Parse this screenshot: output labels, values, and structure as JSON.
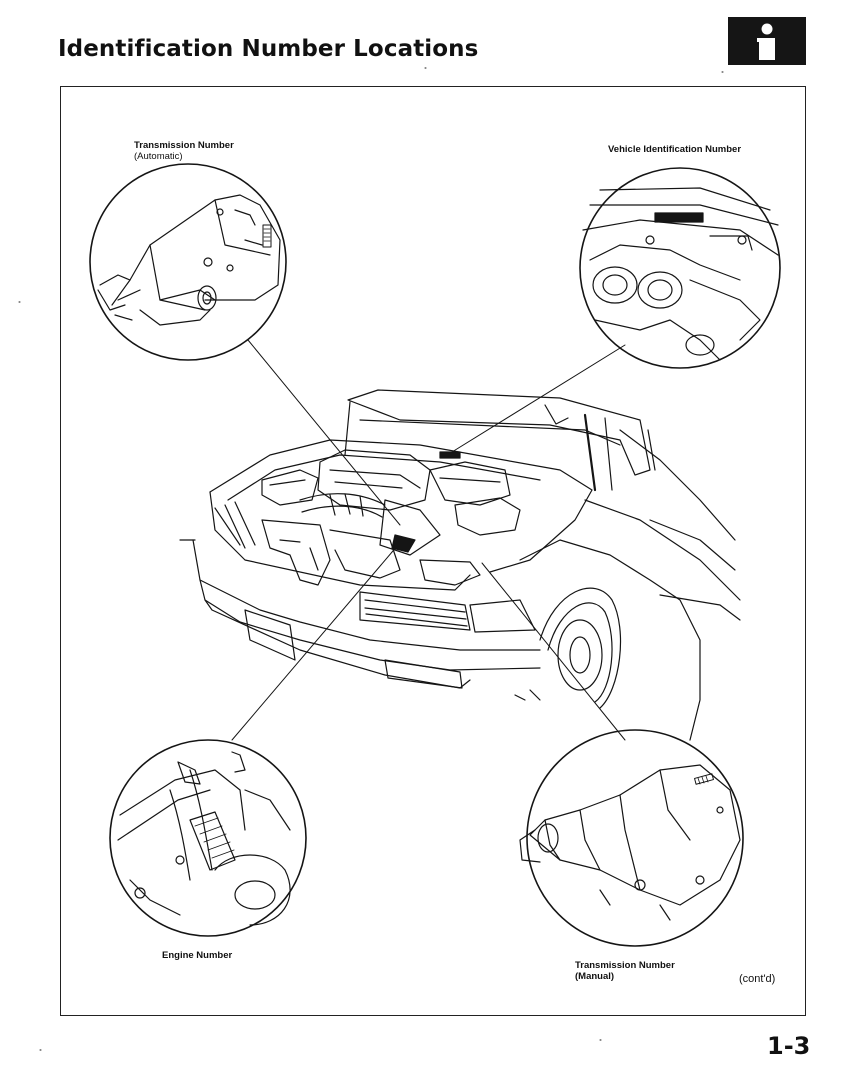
{
  "page": {
    "title": "Identification Number Locations",
    "page_number": "1-3",
    "continued": "(cont'd)"
  },
  "callouts": {
    "trans_auto": {
      "line1": "Transmission Number",
      "line2": "(Automatic)"
    },
    "vin": {
      "line1": "Vehicle Identification Number"
    },
    "engine": {
      "line1": "Engine Number"
    },
    "trans_manual": {
      "line1": "Transmission Number",
      "line2": "(Manual)"
    }
  },
  "colors": {
    "ink": "#151515",
    "paper": "#ffffff"
  },
  "icons": {
    "badge": "info-icon"
  }
}
